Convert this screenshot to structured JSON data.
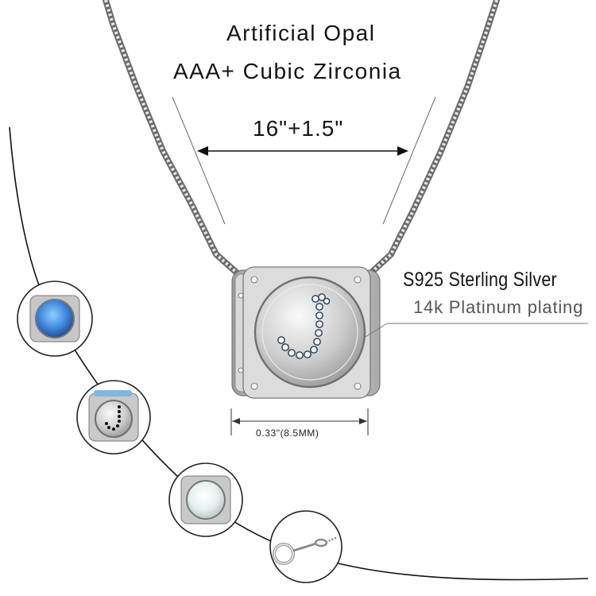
{
  "headline": {
    "line1": "Artificial Opal",
    "line2": "AAA+ Cubic Zirconia"
  },
  "chain_length": "16\"+1.5\"",
  "material": {
    "metal": "S925 Sterling Silver",
    "plating": "14k Platinum plating"
  },
  "pendant_width": "0.33\"(8.5MM)",
  "pendant_letter": "J",
  "variant_thumbnails": [
    {
      "name": "blue-opal-variant",
      "color": "#4a8fd6"
    },
    {
      "name": "letter-variant",
      "color": "#8c8c8c"
    },
    {
      "name": "white-opal-variant",
      "color": "#e8eef0"
    },
    {
      "name": "spring-ring-clasp",
      "color": "#cfcfcf"
    }
  ]
}
